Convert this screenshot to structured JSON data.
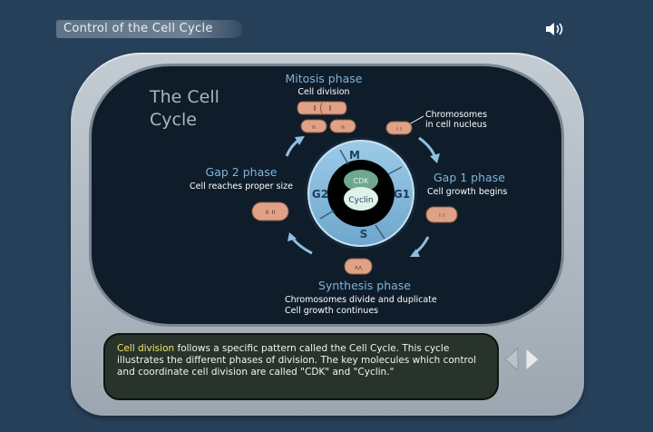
{
  "header": {
    "title": "Control of the Cell Cycle",
    "speaker_icon": "speaker-icon"
  },
  "diagram": {
    "title_line1": "The Cell",
    "title_line2": "Cycle",
    "mitosis": {
      "title": "Mitosis phase",
      "subtitle": "Cell division"
    },
    "chromosomes_label_line1": "Chromosomes",
    "chromosomes_label_line2": "in cell nucleus",
    "gap1": {
      "title": "Gap 1 phase",
      "subtitle": "Cell growth begins"
    },
    "gap2": {
      "title": "Gap 2 phase",
      "subtitle": "Cell reaches proper size"
    },
    "synthesis": {
      "title": "Synthesis phase",
      "subtitle_line1": "Chromosomes divide and duplicate",
      "subtitle_line2": "Cell growth continues"
    },
    "wheel": {
      "m": "M",
      "g1": "G1",
      "s": "S",
      "g2": "G2",
      "cdk": "CDK",
      "cyclin": "Cyclin"
    }
  },
  "caption": {
    "highlight": "Cell division",
    "text": " follows a specific pattern called the Cell Cycle. This cycle illustrates the different phases of division. The key molecules which control and coordinate cell division are called \"CDK\" and \"Cyclin.\""
  },
  "colors": {
    "background": "#27405a",
    "screen": "#0f1d2b",
    "phase_title": "#7fb3d8",
    "cell_fill": "#e0a287",
    "wheel_outer": "#8dc0e0",
    "highlight": "#f2e66a"
  }
}
